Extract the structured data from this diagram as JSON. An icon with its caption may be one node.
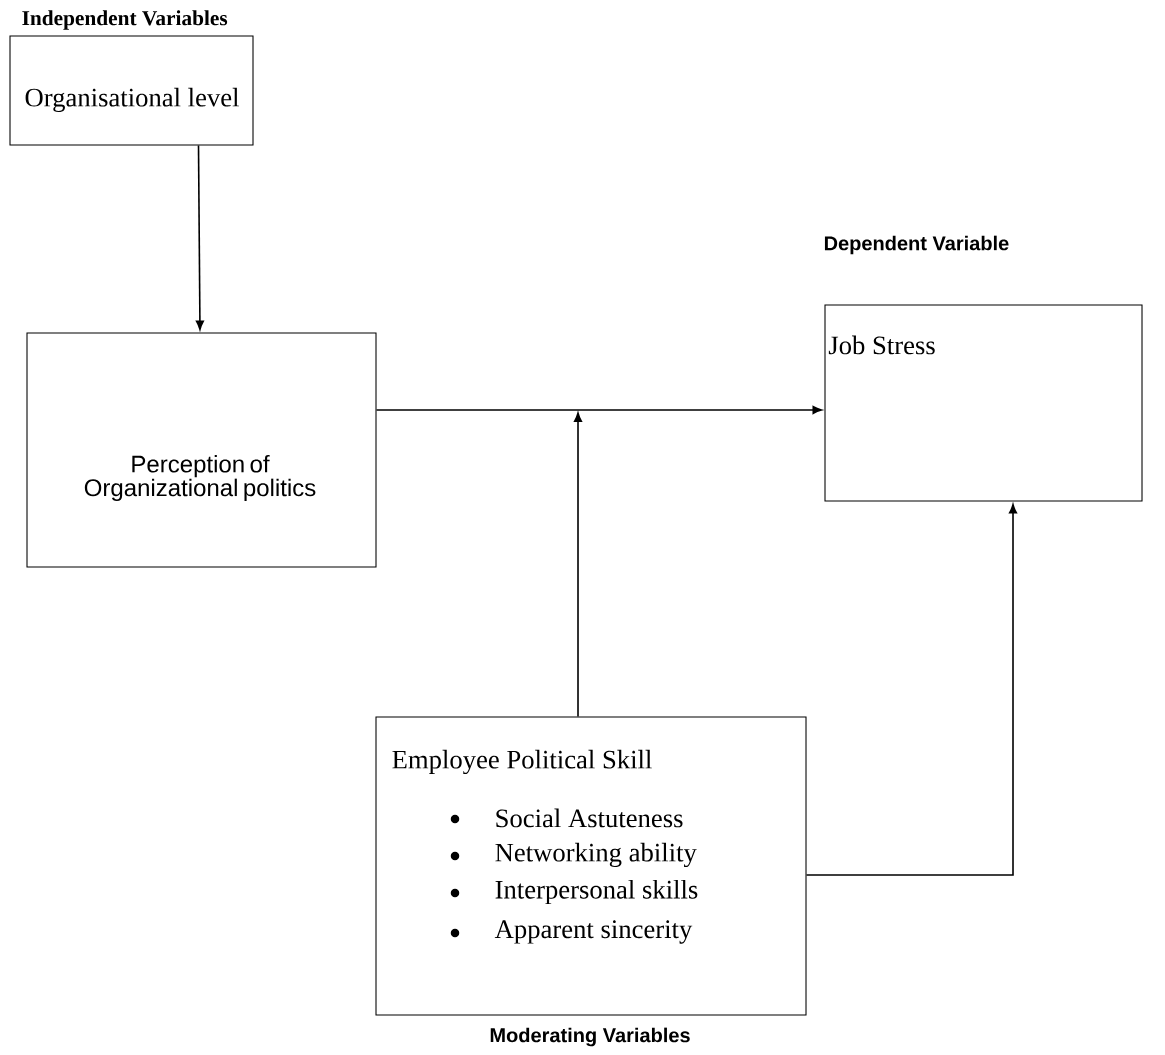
{
  "diagram": {
    "nodes": [
      {
        "text": [
          "Independent Variables",
          "Organisational level"
        ]
      },
      {
        "text": [
          "Perception of Organizational politics"
        ]
      },
      {
        "text": [
          "Dependent Variable",
          "Job Stress"
        ]
      },
      {
        "text": [
          "Employee Political Skill",
          "Social Astuteness",
          "Networking ability",
          "Interpersonal skills",
          "Apparent sincerity",
          "Moderating Variables"
        ]
      }
    ],
    "edges": [
      {
        "from": 0,
        "to": 1,
        "arrow": "to"
      },
      {
        "from": 1,
        "to": 2,
        "arrow": "to"
      },
      {
        "from": 3,
        "to": null,
        "arrow": "to"
      },
      {
        "from": 3,
        "to": 2,
        "arrow": "to"
      }
    ]
  }
}
